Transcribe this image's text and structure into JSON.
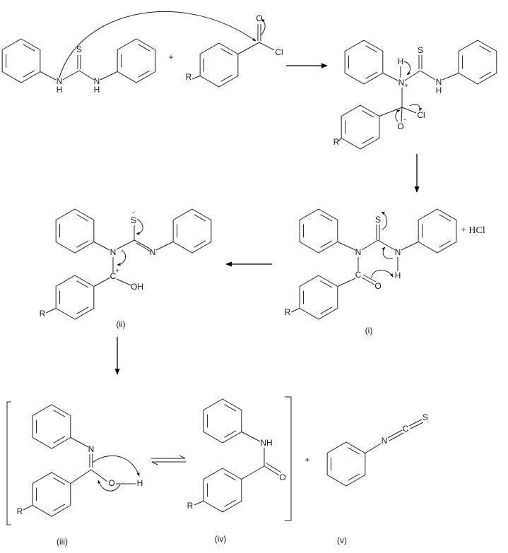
{
  "title": "Reaction mechanism: diphenylthiourea + substituted benzoyl chloride",
  "reactants": {
    "thiourea": {
      "S": "S",
      "N1": "N",
      "H1": "H",
      "N2": "N",
      "H2": "H"
    },
    "plus": "+",
    "acyl_chloride": {
      "O": "O",
      "Cl": "Cl",
      "R": "R"
    }
  },
  "tetrahedral_intermediate": {
    "H": "H",
    "N": "N",
    "plus": "+",
    "S": "S",
    "N2": "N",
    "H2": "H",
    "Cl": "Cl",
    "O": "O",
    "minus": "-",
    "R": "R"
  },
  "intermediate_i": {
    "N": "N",
    "S": "S",
    "N2": "N",
    "H": "H",
    "C": "C",
    "O": "O",
    "R": "R",
    "caption": "(i)",
    "byproduct": "+ HCl"
  },
  "intermediate_ii": {
    "S": "S",
    "minus": "-",
    "N": "N",
    "N2": "N",
    "C": "C",
    "plus": "+",
    "OH": "OH",
    "R": "R",
    "caption": "(ii)"
  },
  "intermediate_iii": {
    "N": "N",
    "O": "O",
    "H": "H",
    "R": "R",
    "caption": "(iii)"
  },
  "product_iv": {
    "NH": "NH",
    "O": "O",
    "R": "R",
    "caption": "(iv)"
  },
  "plus_final": "+",
  "product_v": {
    "N": "N",
    "C": "C",
    "S": "S",
    "caption": "(v)"
  }
}
